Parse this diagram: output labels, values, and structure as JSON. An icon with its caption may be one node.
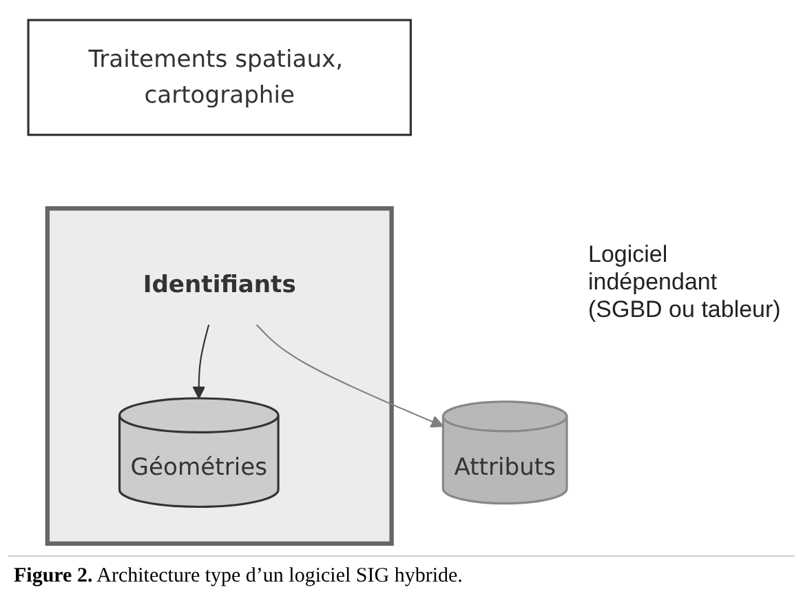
{
  "diagram": {
    "caption": "**Figure 2.** Architecture type d’un logiciel SIG hybride.",
    "nodes": [
      {
        "text": [
          "Traitements spatiaux, cartographie"
        ]
      },
      {
        "text": [],
        "shape": "box"
      },
      {
        "text": [
          "Identifiants"
        ],
        "in": 1
      },
      {
        "text": [
          "Géométries"
        ],
        "in": 1
      },
      {
        "text": [
          "Attributs"
        ]
      }
    ],
    "edges": [
      {
        "from": 2,
        "to": 3,
        "arrow": "to"
      },
      {
        "from": 2,
        "to": 4,
        "arrow": "to",
        "color": "#808080"
      }
    ],
    "labels": [
      "Logiciel indépendant (SGBD ou tableur)"
    ]
  }
}
